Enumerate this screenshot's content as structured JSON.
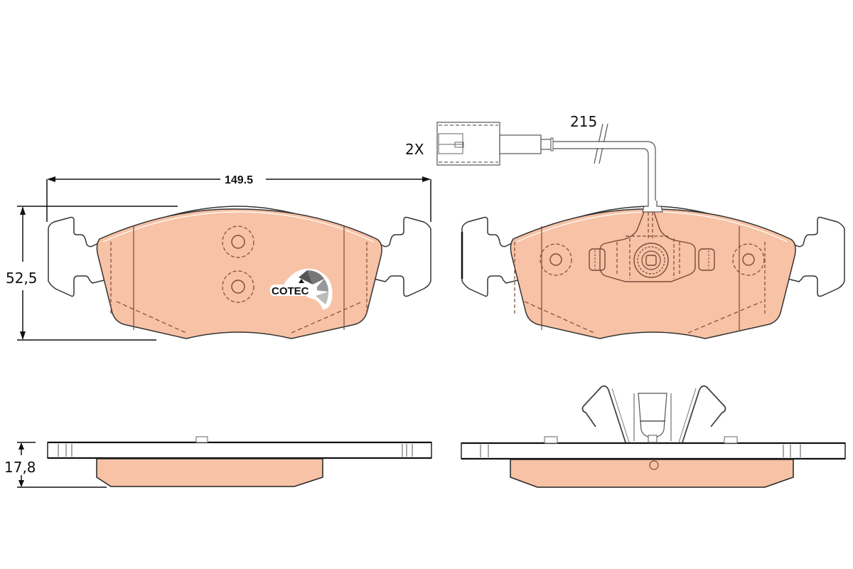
{
  "drawing": {
    "title": "Brake pad set technical drawing",
    "colors": {
      "friction_fill": "#f7c2a5",
      "friction_stroke": "#7a4a3a",
      "outline": "#333333",
      "dimension_line": "#111111",
      "background": "#ffffff"
    },
    "dimensions": {
      "width_label": "149.5",
      "height_label": "52,5",
      "thickness_label": "17,8",
      "wire_length_label": "215",
      "quantity_label": "2X"
    },
    "logo": {
      "text": "COTEC"
    },
    "views": [
      {
        "id": "left-pad-front",
        "label": "Left pad front view"
      },
      {
        "id": "right-pad-front",
        "label": "Right pad front view with wear sensor"
      },
      {
        "id": "left-pad-side",
        "label": "Left pad side view"
      },
      {
        "id": "right-pad-side",
        "label": "Right pad side view with spring clip"
      },
      {
        "id": "wear-sensor",
        "label": "Wear sensor connector and wire"
      }
    ]
  }
}
